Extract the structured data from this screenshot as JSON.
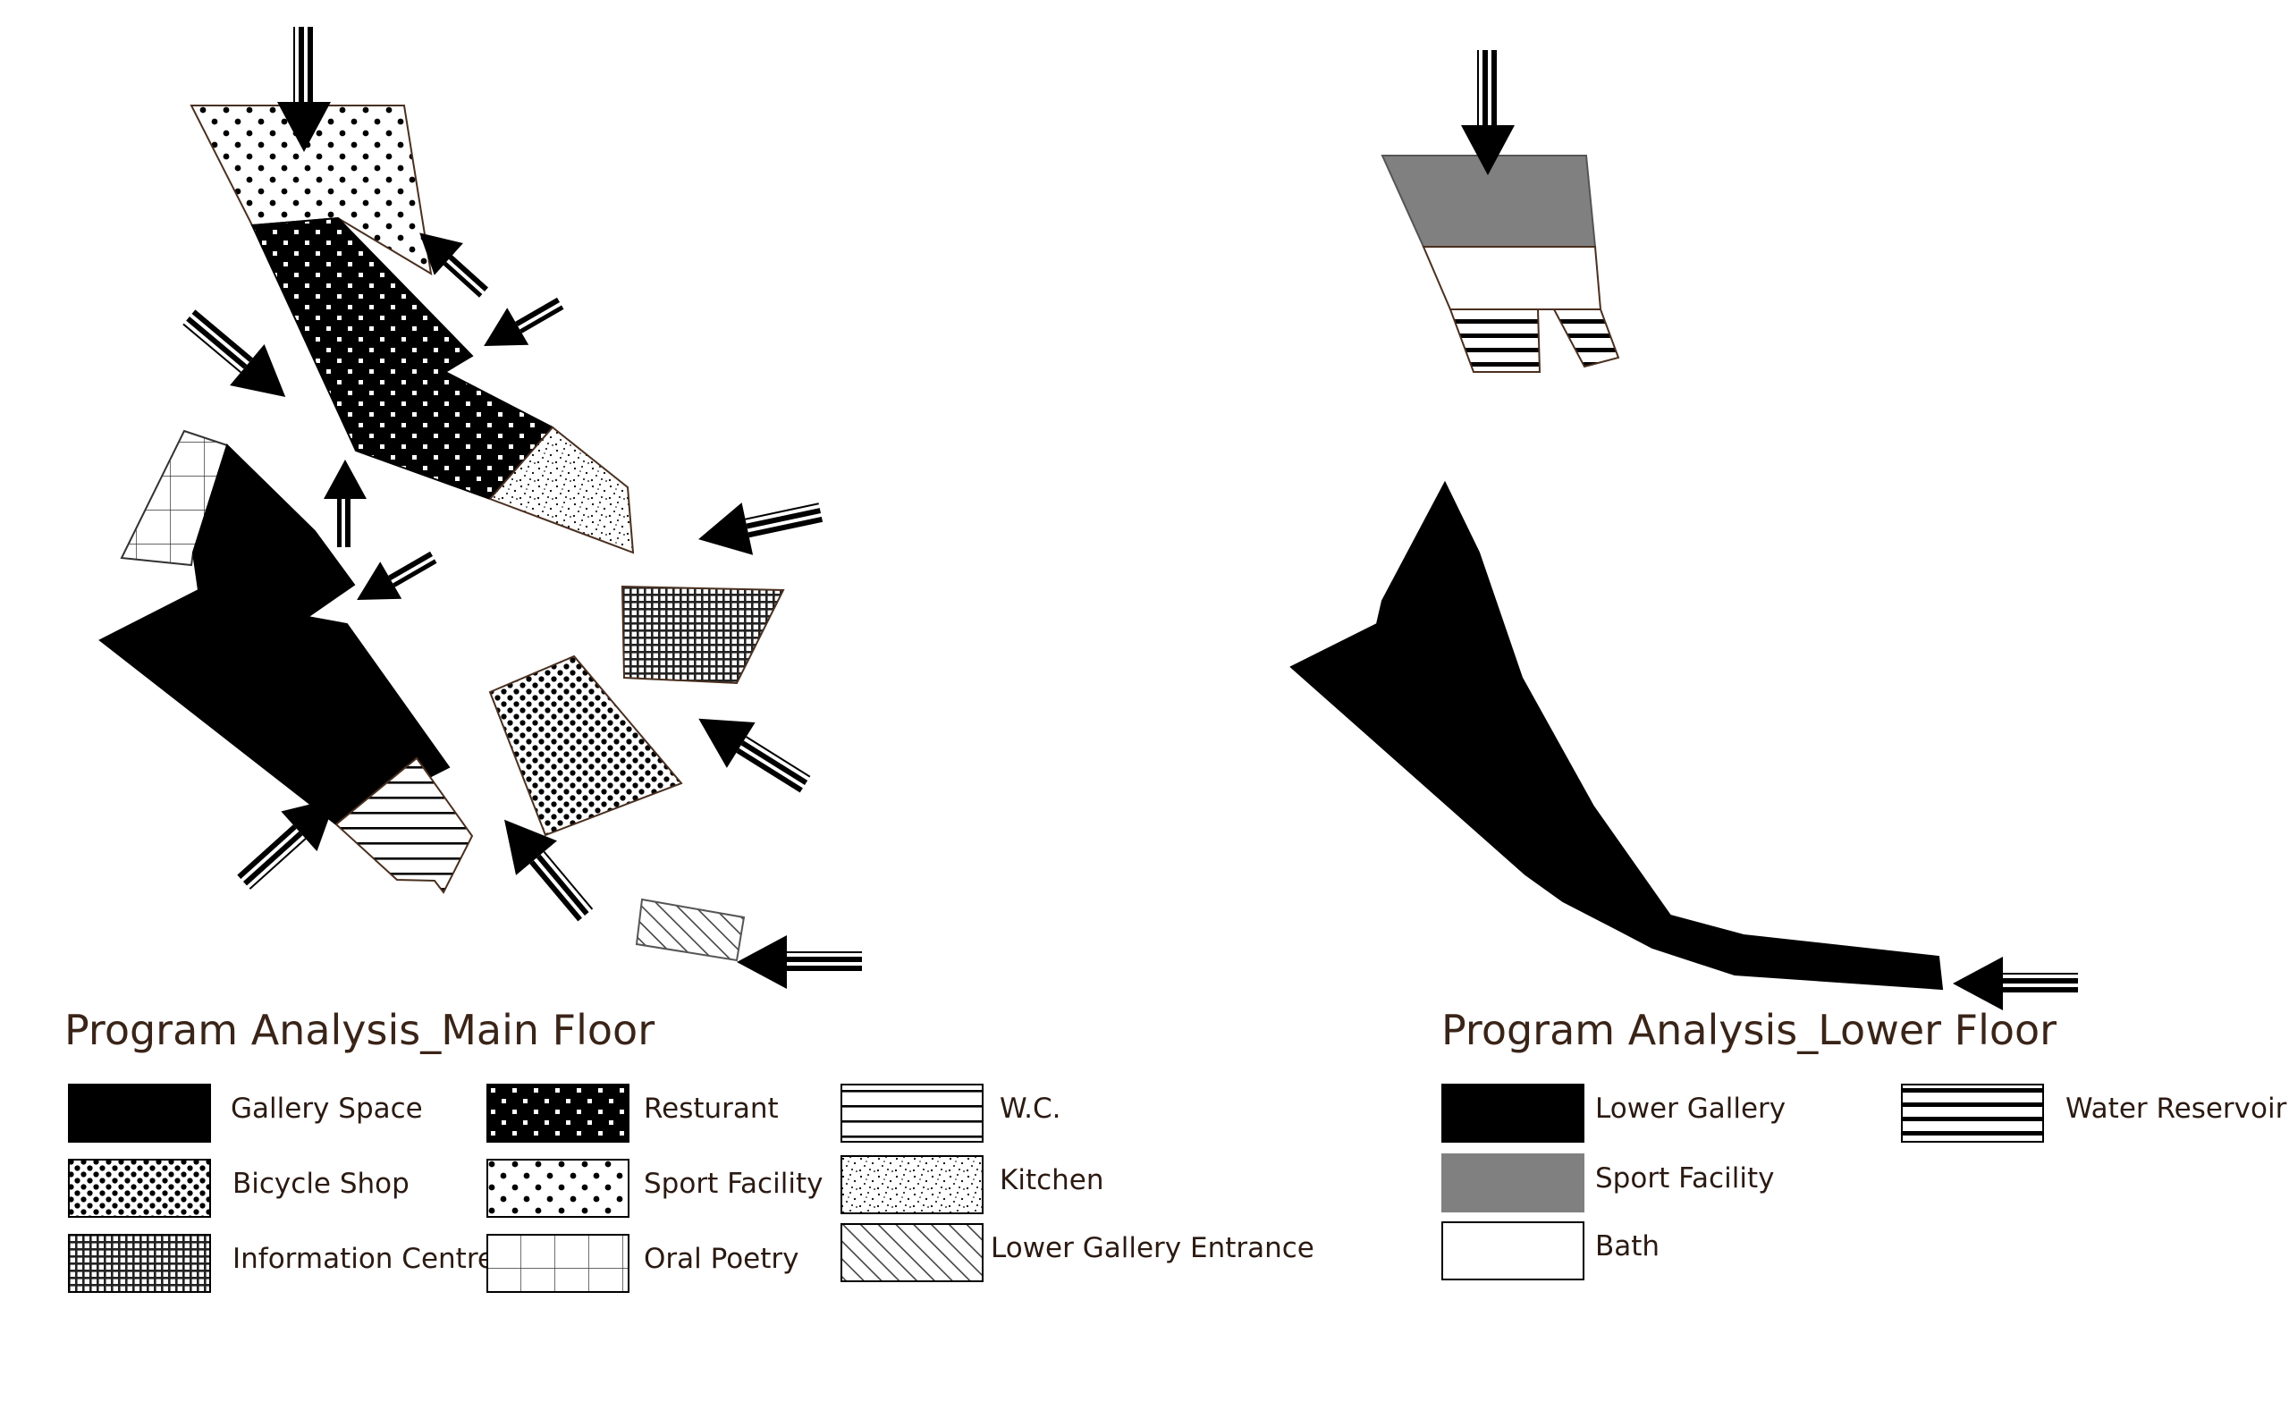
{
  "main_floor": {
    "title": "Program Analysis_Main Floor",
    "legend": [
      {
        "key": "gallery",
        "label": "Gallery Space",
        "pattern": "solid-black"
      },
      {
        "key": "bicycle",
        "label": "Bicycle Shop",
        "pattern": "dense-dots"
      },
      {
        "key": "info",
        "label": "Information Centre",
        "pattern": "fine-grid"
      },
      {
        "key": "restaurant",
        "label": "Resturant",
        "pattern": "white-squares-on-black"
      },
      {
        "key": "sport",
        "label": "Sport Facility",
        "pattern": "sparse-dots"
      },
      {
        "key": "oral",
        "label": "Oral Poetry",
        "pattern": "open-grid"
      },
      {
        "key": "wc",
        "label": "W.C.",
        "pattern": "horizontal-lines"
      },
      {
        "key": "kitchen",
        "label": "Kitchen",
        "pattern": "stipple"
      },
      {
        "key": "entrance",
        "label": "Lower Gallery Entrance",
        "pattern": "diagonal-hatch"
      }
    ]
  },
  "lower_floor": {
    "title": "Program Analysis_Lower Floor",
    "legend": [
      {
        "key": "lower_gallery",
        "label": "Lower Gallery",
        "pattern": "solid-black"
      },
      {
        "key": "sport",
        "label": "Sport Facility",
        "pattern": "solid-grey"
      },
      {
        "key": "bath",
        "label": "Bath",
        "pattern": "white"
      },
      {
        "key": "reservoir",
        "label": "Water Reservoir",
        "pattern": "thick-horizontal-lines"
      }
    ]
  },
  "colors": {
    "ink": "#000000",
    "grey": "#808080",
    "title": "#3a2418",
    "outline": "#4a3020"
  }
}
